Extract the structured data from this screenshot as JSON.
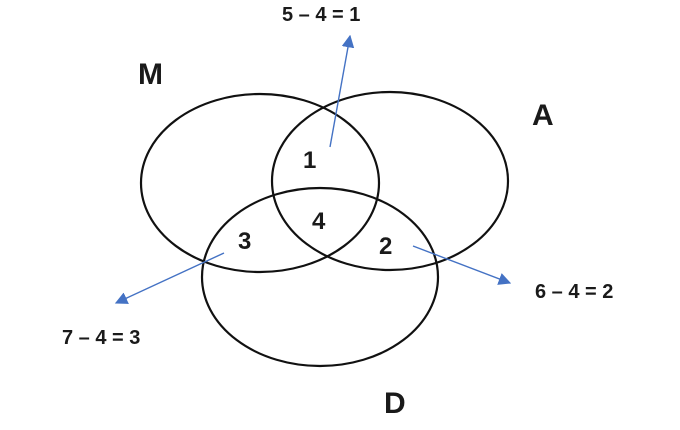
{
  "sets": {
    "m": {
      "label": "M"
    },
    "a": {
      "label": "A"
    },
    "d": {
      "label": "D"
    }
  },
  "regions": {
    "m_and_a_only": "1",
    "all_three": "4",
    "m_and_d_only": "3",
    "a_and_d_only": "2"
  },
  "equations": {
    "top": "5 – 4 = 1",
    "right": "6 – 4 = 2",
    "left": "7 – 4 = 3"
  },
  "colors": {
    "circle_stroke": "#111111",
    "arrow": "#4472c4",
    "text": "#1a1a1a"
  }
}
